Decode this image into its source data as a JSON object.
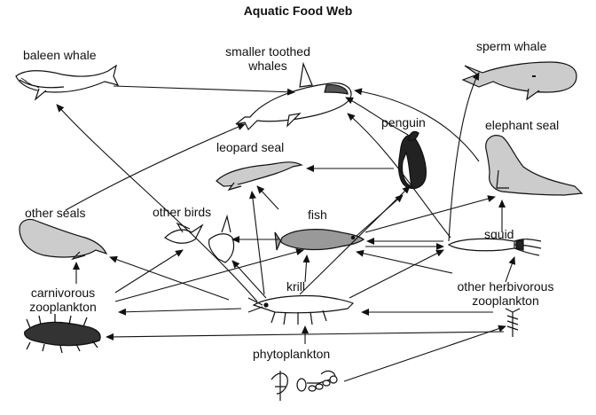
{
  "title": "Aquatic Food Web",
  "organisms": {
    "baleen_whale": "baleen whale",
    "smaller_toothed_whales": [
      "smaller toothed",
      "whales"
    ],
    "sperm_whale": "sperm whale",
    "penguin": "penguin",
    "elephant_seal": "elephant seal",
    "leopard_seal": "leopard seal",
    "other_seals": "other seals",
    "other_birds": "other birds",
    "fish": "fish",
    "squid": "squid",
    "carnivorous_zooplankton": [
      "carnivorous",
      "zooplankton"
    ],
    "krill": "krill",
    "other_herbivorous_zooplankton": [
      "other herbivorous",
      "zooplankton"
    ],
    "phytoplankton": "phytoplankton"
  },
  "arrow_count": 31
}
